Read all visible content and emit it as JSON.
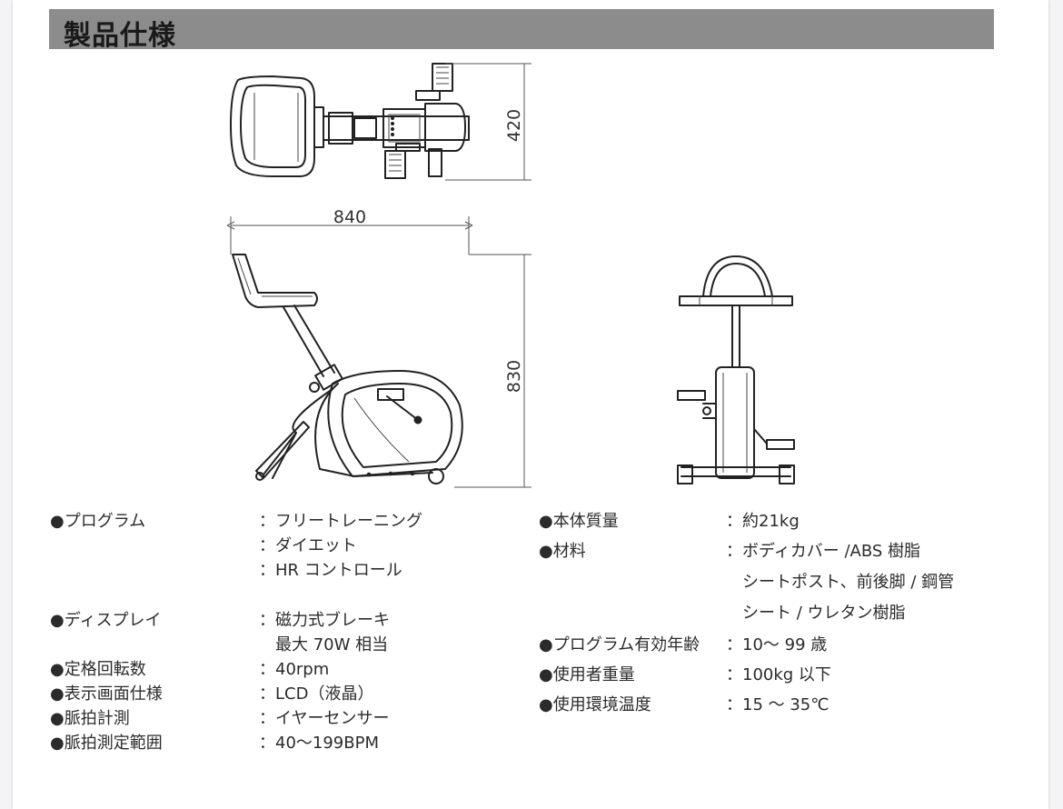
{
  "header": {
    "title": "製品仕様"
  },
  "dimensions": {
    "width": "840",
    "height": "830",
    "depth": "420"
  },
  "specs_left": [
    {
      "label": "●プログラム",
      "values": [
        "：フリートレーニング",
        "：ダイエット",
        "：HR コントロール"
      ]
    },
    {
      "label": "●ディスプレイ",
      "values": [
        "：磁力式ブレーキ",
        "　最大 70W 相当"
      ]
    },
    {
      "label": "●定格回転数",
      "values": [
        "：40rpm"
      ]
    },
    {
      "label": "●表示画面仕様",
      "values": [
        "：LCD（液晶）"
      ]
    },
    {
      "label": "●脈拍計測",
      "values": [
        "：イヤーセンサー"
      ]
    },
    {
      "label": "●脈拍測定範囲",
      "values": [
        "：40～199BPM"
      ]
    }
  ],
  "specs_right": [
    {
      "label": "●本体質量",
      "values": [
        "：約21kg"
      ]
    },
    {
      "label": "●材料",
      "values": [
        "：ボディカバー /ABS 樹脂",
        "　シートポスト、前後脚 / 鋼管",
        "　シート / ウレタン樹脂"
      ]
    },
    {
      "label": "●プログラム有効年齢",
      "values": [
        "：10～ 99 歳"
      ]
    },
    {
      "label": "●使用者重量",
      "values": [
        "：100kg 以下"
      ]
    },
    {
      "label": "●使用環境温度",
      "values": [
        "：15 ～ 35℃"
      ]
    }
  ]
}
